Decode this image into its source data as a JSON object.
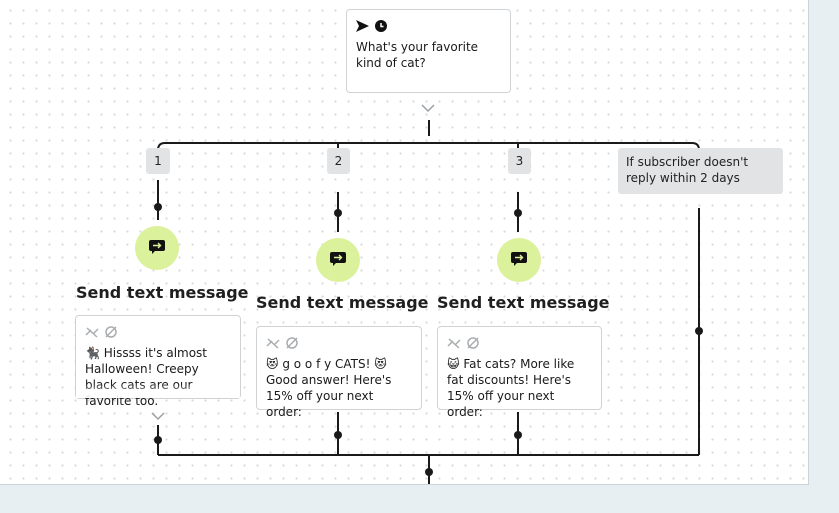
{
  "trigger": {
    "question": "What's your favorite kind of cat?",
    "icons": [
      "send-arrow-icon",
      "clock-icon"
    ]
  },
  "branches": [
    {
      "label": "1"
    },
    {
      "label": "2"
    },
    {
      "label": "3"
    }
  ],
  "timeout": {
    "label": "If subscriber doesn't reply within 2 days"
  },
  "actions": [
    {
      "title": "Send text message",
      "message": "🐈‍⬛ Hissss it's almost Halloween! Creepy black cats are our favorite too."
    },
    {
      "title": "Send text message",
      "message": "😻 g o o f y CATS! 😻 Good answer! Here's 15% off your next order:"
    },
    {
      "title": "Send text message",
      "message": "😺 Fat cats? More like fat discounts! Here's 15% off your next order:"
    }
  ],
  "colors": {
    "accent_circle": "#dcf19b",
    "wire": "#1a1a1a",
    "label_bg": "#e1e3e5",
    "page_bg": "#e8eff2"
  }
}
